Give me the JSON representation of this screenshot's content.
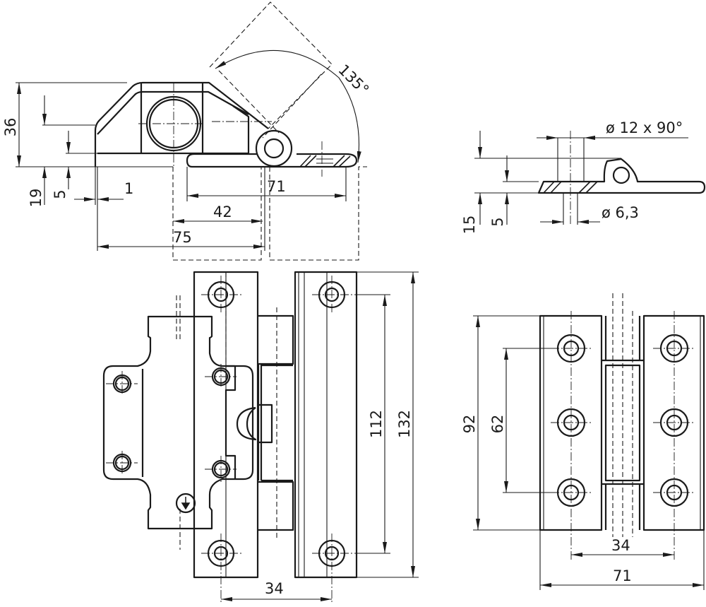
{
  "side_view": {
    "dim_36": "36",
    "dim_19": "19",
    "dim_5": "5",
    "dim_1": "1",
    "dim_71": "71",
    "dim_42": "42",
    "dim_75": "75",
    "angle": "135°"
  },
  "leaf_section": {
    "countersink": "ø 12 x 90°",
    "hole": "ø 6,3",
    "dim_15": "15",
    "dim_5": "5"
  },
  "front_view": {
    "dim_112": "112",
    "dim_132": "132",
    "dim_34": "34"
  },
  "leaf_view": {
    "dim_92": "92",
    "dim_62": "62",
    "dim_34": "34",
    "dim_71": "71"
  }
}
